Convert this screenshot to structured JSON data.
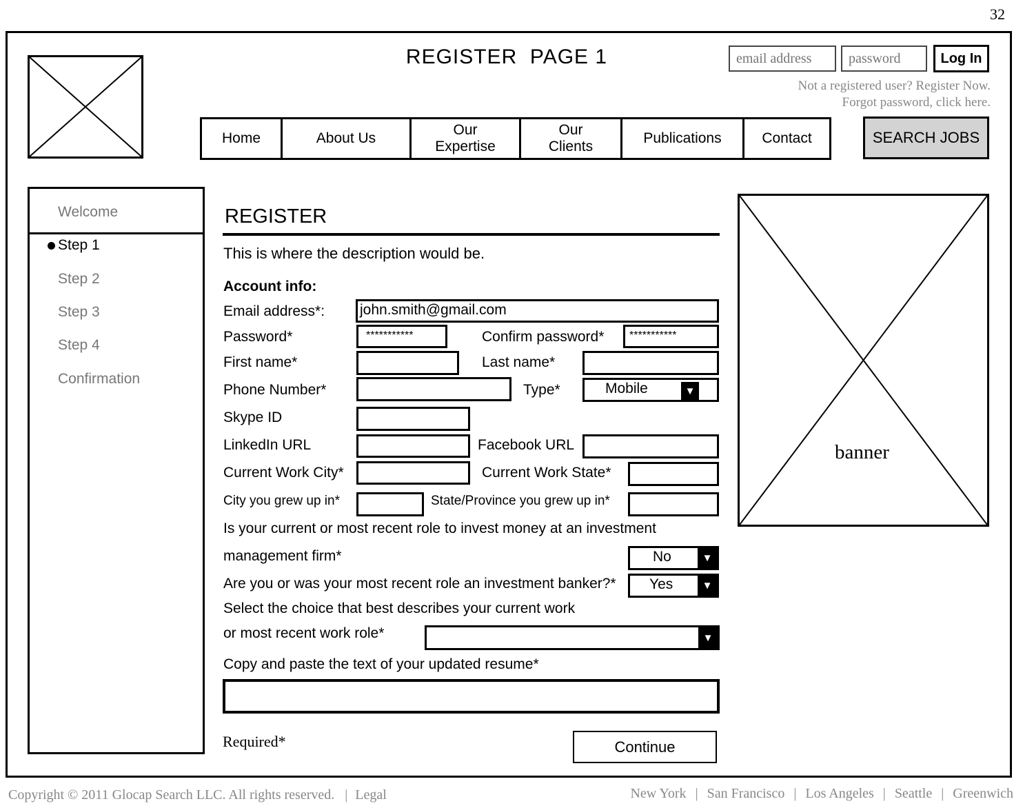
{
  "page_number": "32",
  "header": {
    "title": "REGISTER  PAGE 1",
    "email_placeholder": "email address",
    "password_placeholder": "password",
    "login_label": "Log In",
    "register_link": "Not a registered user? Register Now.",
    "forgot_link": "Forgot password, click here."
  },
  "nav": {
    "items": [
      {
        "label": "Home"
      },
      {
        "label": "About Us"
      },
      {
        "label": "Our\nExpertise"
      },
      {
        "label": "Our\nClients"
      },
      {
        "label": "Publications"
      },
      {
        "label": "Contact"
      }
    ],
    "search_jobs_label": "SEARCH JOBS"
  },
  "sidebar": {
    "items": [
      {
        "label": "Welcome"
      },
      {
        "label": "Step 1"
      },
      {
        "label": "Step 2"
      },
      {
        "label": "Step 3"
      },
      {
        "label": "Step 4"
      },
      {
        "label": "Confirmation"
      }
    ],
    "active_index": 1
  },
  "form": {
    "heading": "REGISTER",
    "description": "This is where the description would be.",
    "section_label": "Account info:",
    "email_label": "Email address*:",
    "email_value": "john.smith@gmail.com",
    "password_label": "Password*",
    "password_value": "***********",
    "confirm_password_label": "Confirm password*",
    "confirm_password_value": "***********",
    "first_name_label": "First name*",
    "last_name_label": "Last name*",
    "phone_label": "Phone Number*",
    "type_label": "Type*",
    "type_value": "Mobile",
    "skype_label": "Skype ID",
    "linkedin_label": "LinkedIn URL",
    "facebook_label": "Facebook URL",
    "work_city_label": "Current Work City*",
    "work_state_label": "Current Work State*",
    "grew_city_label": "City you grew up in*",
    "grew_state_label": "State/Province you grew up in*",
    "invest_question_line1": "Is your current or most recent role to invest money at an investment",
    "invest_question_line2": "management firm*",
    "invest_answer": "No",
    "banker_question": "Are you or was your most recent role an investment banker?*",
    "banker_answer": "Yes",
    "role_question_line1": "Select the choice that best describes your current work",
    "role_question_line2": "or most recent work role*",
    "resume_label": "Copy and paste the text of your updated resume*",
    "required_note": "Required*",
    "continue_label": "Continue"
  },
  "banner": {
    "label": "banner"
  },
  "footer": {
    "copyright": "Copyright © 2011 Glocap Search LLC. All rights reserved.",
    "legal": "Legal",
    "cities": [
      "New York",
      "San Francisco",
      "Los Angeles",
      "Seattle",
      "Greenwich"
    ]
  },
  "icons": {
    "dropdown": "triangle-down-icon",
    "placeholder_image": "x-box-placeholder"
  }
}
